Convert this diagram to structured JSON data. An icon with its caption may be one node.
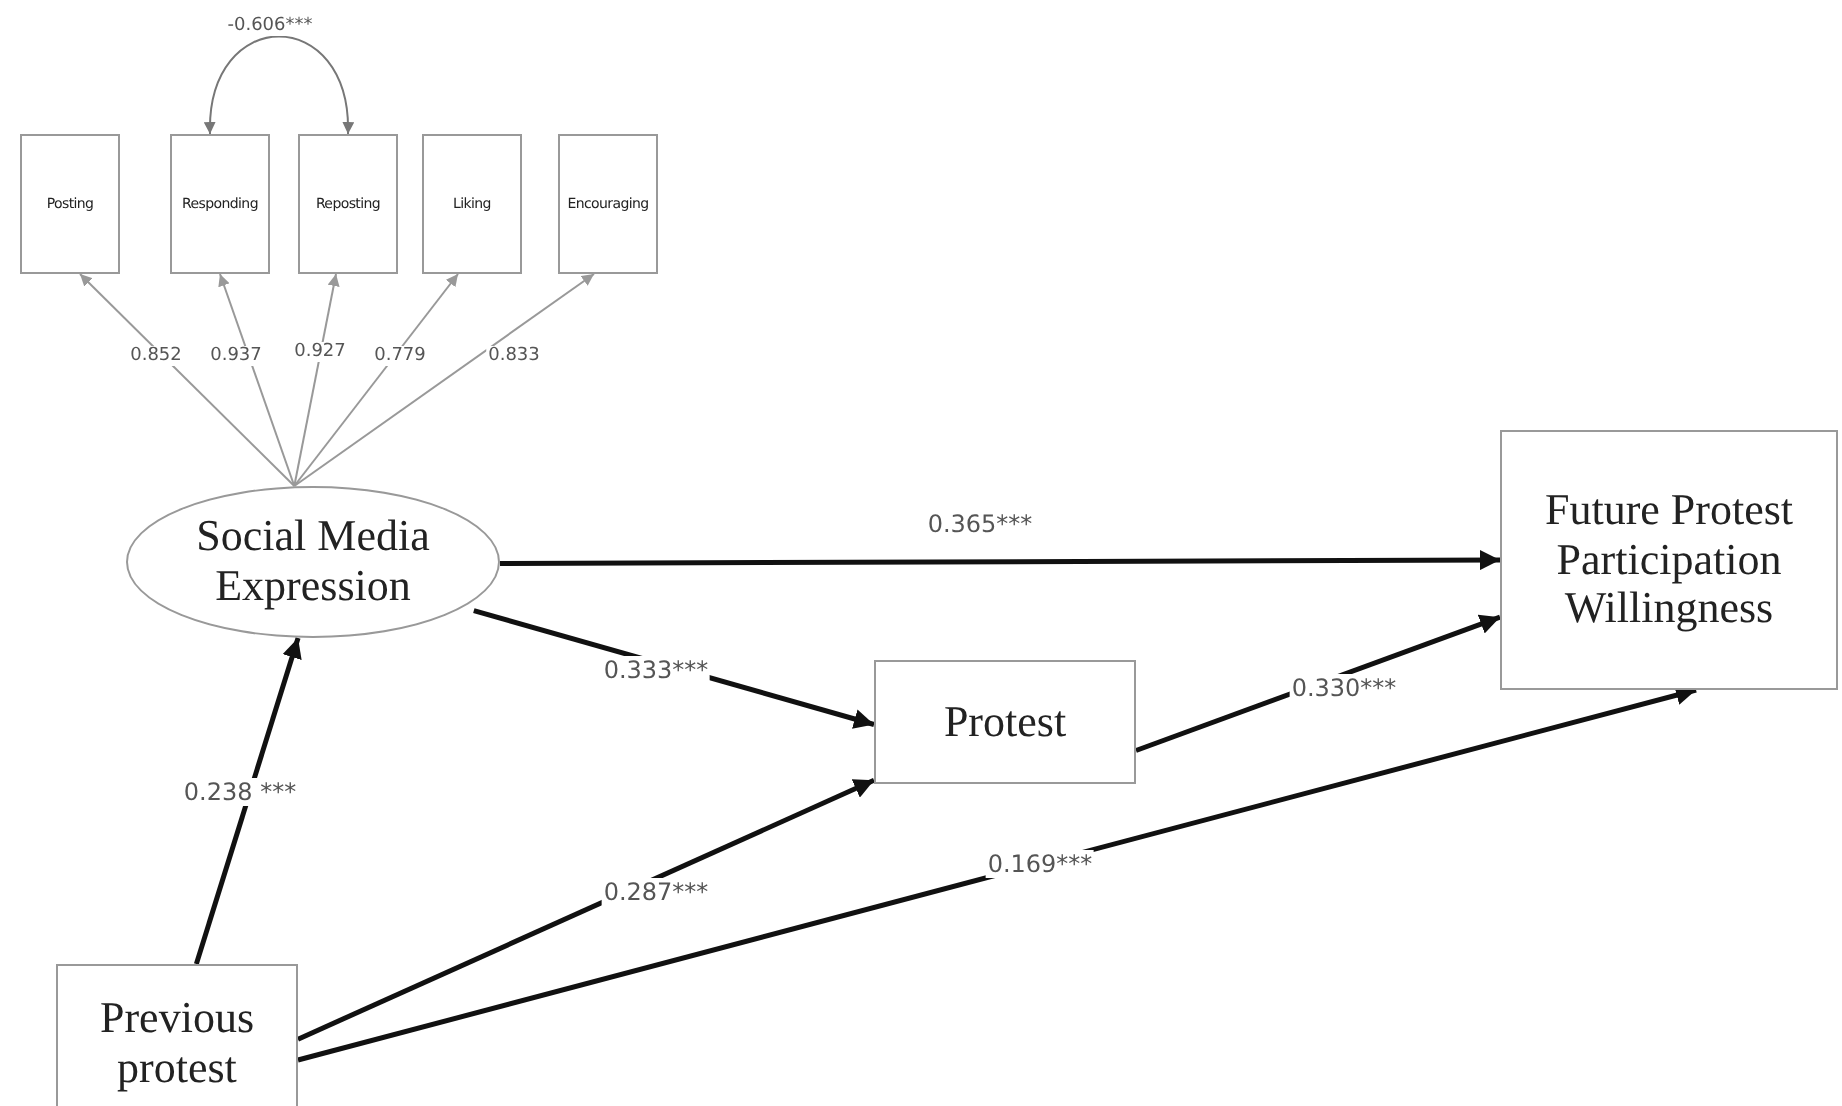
{
  "diagram": {
    "nodes": [
      {
        "text": [
          "Posting"
        ]
      },
      {
        "text": [
          "Responding"
        ]
      },
      {
        "text": [
          "Reposting"
        ]
      },
      {
        "text": [
          "Liking"
        ]
      },
      {
        "text": [
          "Encouraging"
        ]
      },
      {
        "text": [
          "Social Media Expression"
        ]
      },
      {
        "text": [
          "Future Protest Participation Willingness"
        ]
      },
      {
        "text": [
          "Protest"
        ]
      },
      {
        "text": [
          "Previous protest"
        ]
      }
    ],
    "edges": [
      {
        "from": 5,
        "to": 0,
        "arrow": "to",
        "label": "0.852",
        "color": "#999999"
      },
      {
        "from": 5,
        "to": 1,
        "arrow": "to",
        "label": "0.937",
        "color": "#999999"
      },
      {
        "from": 5,
        "to": 2,
        "arrow": "to",
        "label": "0.927",
        "color": "#999999"
      },
      {
        "from": 5,
        "to": 3,
        "arrow": "to",
        "label": "0.779",
        "color": "#999999"
      },
      {
        "from": 5,
        "to": 4,
        "arrow": "to",
        "label": "0.833",
        "color": "#999999"
      },
      {
        "from": 1,
        "to": 2,
        "arrow": "both",
        "label": "-0.606***",
        "color": "#777777"
      },
      {
        "from": 5,
        "to": 6,
        "arrow": "to",
        "label": "0.365***",
        "style": "thick"
      },
      {
        "from": 5,
        "to": 7,
        "arrow": "to",
        "label": "0.333***",
        "style": "thick"
      },
      {
        "from": 7,
        "to": 6,
        "arrow": "to",
        "label": "0.330***",
        "style": "thick"
      },
      {
        "from": 8,
        "to": 5,
        "arrow": "to",
        "label": "0.238 ***",
        "style": "thick"
      },
      {
        "from": 8,
        "to": 7,
        "arrow": "to",
        "label": "0.287***",
        "style": "thick"
      },
      {
        "from": 8,
        "to": 6,
        "arrow": "to",
        "label": "0.169***",
        "style": "thick"
      }
    ]
  }
}
